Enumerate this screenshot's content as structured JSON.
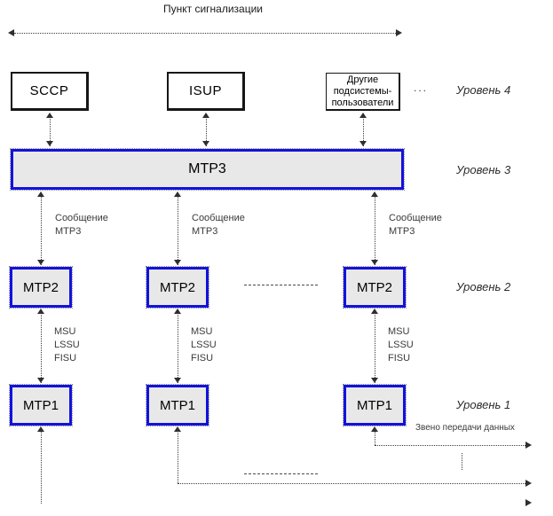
{
  "title": "Пункт сигнализации",
  "boxes": {
    "sccp": "SCCP",
    "isup": "ISUP",
    "other_users": "Другие подсистемы-пользователи",
    "mtp3": "MTP3",
    "mtp2": "MTP2",
    "mtp1": "MTP1"
  },
  "levels": [
    "Уровень 4",
    "Уровень 3",
    "Уровень 2",
    "Уровень 1"
  ],
  "labels": {
    "mtp3_message": "Сообщение\nMTP3",
    "signal_units": "MSU\nLSSU\nFISU",
    "data_link": "Звено передачи данных",
    "ellipsis": "..."
  },
  "colors": {
    "mtp_border_blue": "#1212dd",
    "mtp_fill_gray": "#e8e8e8",
    "line_gray": "#3c3c3c"
  }
}
